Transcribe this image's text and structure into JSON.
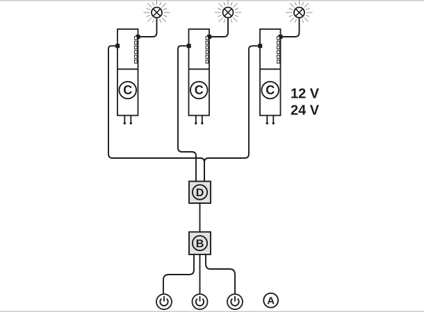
{
  "diagram": {
    "kind": "led-driver-wiring-diagram",
    "devices": [
      {
        "label": "C"
      },
      {
        "label": "C"
      },
      {
        "label": "C"
      }
    ],
    "voltage": {
      "line1": "12 V",
      "line2": "24 V"
    },
    "distributor_box": {
      "label": "D"
    },
    "controller_box": {
      "label": "B"
    },
    "callout": {
      "label": "A"
    },
    "icons": {
      "lamp": "lamp-indicator-icon",
      "power": "power-button-icon"
    },
    "colors": {
      "line": "#1c1c1c",
      "box_fill": "#e2e2e2",
      "ray": "#909090",
      "edge": "#cccccc",
      "background": "#ffffff"
    }
  }
}
